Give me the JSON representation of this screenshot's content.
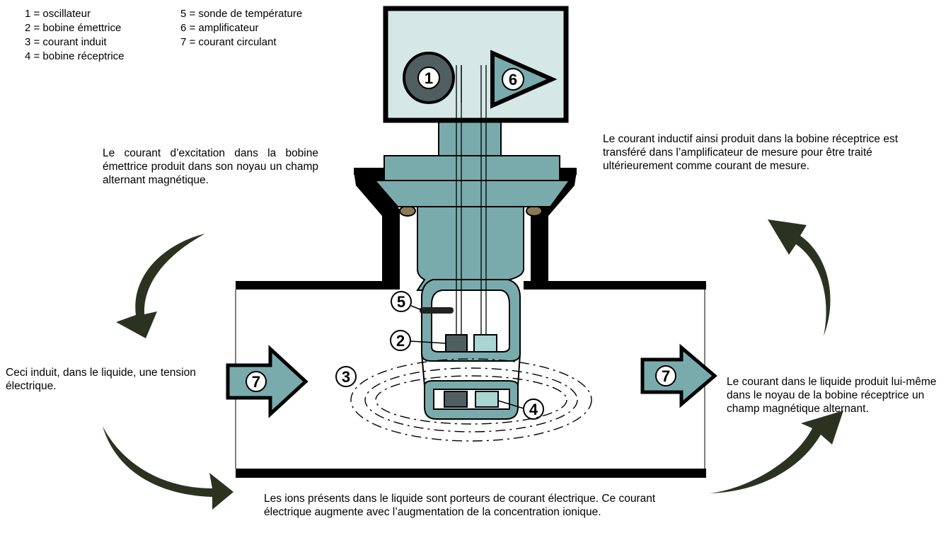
{
  "legend": {
    "col1": [
      "1 = oscillateur",
      "2 = bobine émettrice",
      "3 = courant induit",
      "4 = bobine réceptrice"
    ],
    "col2": [
      "5 = sonde de température",
      "6 = amplificateur",
      "7 = courant circulant"
    ]
  },
  "texts": {
    "excitation": "Le courant d’excitation dans la bobine émettrice produit dans son noyau un champ alternant magnétique.",
    "inductif": "Le courant inductif ainsi produit dans la bobine réceptrice est transféré dans l’amplificateur de mesure pour être traité ultérieurement comme courant de mesure.",
    "induit": "Ceci induit, dans le liquide, une tension électrique.",
    "liquide": "Le courant dans le liquide produit lui-même dans le noyau de la bobine réceptrice un champ magnétique alternant.",
    "ions": "Les ions présents dans le liquide sont porteurs de courant électrique. Ce courant électrique augmente avec l’augmentation de la concentration ionique."
  },
  "labels": {
    "oscillator": "1",
    "emitter": "2",
    "induced": "3",
    "receiver": "4",
    "temp_probe": "5",
    "amplifier": "6",
    "flow": "7"
  },
  "colors": {
    "teal_dark": "#7aabac",
    "teal_light": "#a9d6d3",
    "box_bg": "#d5e8e6",
    "oscillator": "#4f5f60",
    "arrow_dark": "#2b3320",
    "pipe": "#000000"
  }
}
